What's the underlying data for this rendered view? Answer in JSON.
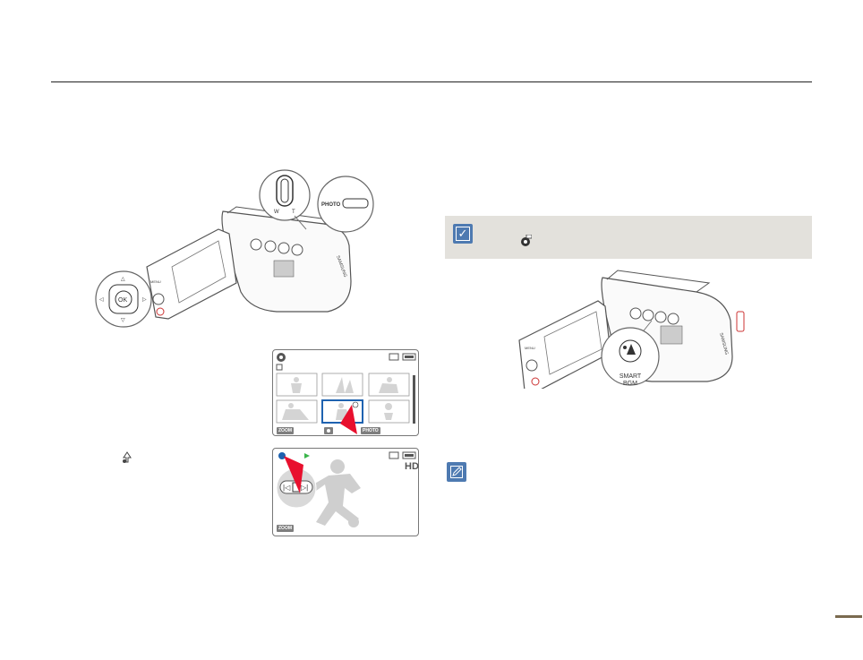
{
  "page": {
    "accent_color": "#4e7ab1",
    "rule_color": "#222222",
    "note_bar_color": "#e3e1dc"
  },
  "camcorder_top_left": {
    "zoom_lever_w": "W",
    "zoom_lever_t": "T",
    "photo_label": "PHOTO",
    "ok_label": "OK",
    "menu_label": "MENU",
    "brand": "SAMSUNG"
  },
  "thumbnail_screen": {
    "zoom_button": "ZOOM",
    "photo_button": "PHOTO",
    "icons": [
      "smart-bgm-icon",
      "card-icon",
      "battery-icon",
      "play-mode-icon",
      "nav-dial-icon"
    ]
  },
  "playback_screen": {
    "quality": "HD",
    "zoom_button": "ZOOM",
    "icons": [
      "smart-bgm-icon",
      "play-icon",
      "card-icon",
      "battery-icon",
      "playback-control-icon"
    ]
  },
  "camcorder_right": {
    "button_label_line1": "SMART",
    "button_label_line2": "BGM",
    "menu_label": "MENU",
    "brand": "SAMSUNG"
  },
  "note_bar": {
    "icons": [
      "note-check-icon",
      "smart-bgm-icon"
    ]
  },
  "memo": {
    "icons": [
      "memo-pencil-icon"
    ]
  }
}
